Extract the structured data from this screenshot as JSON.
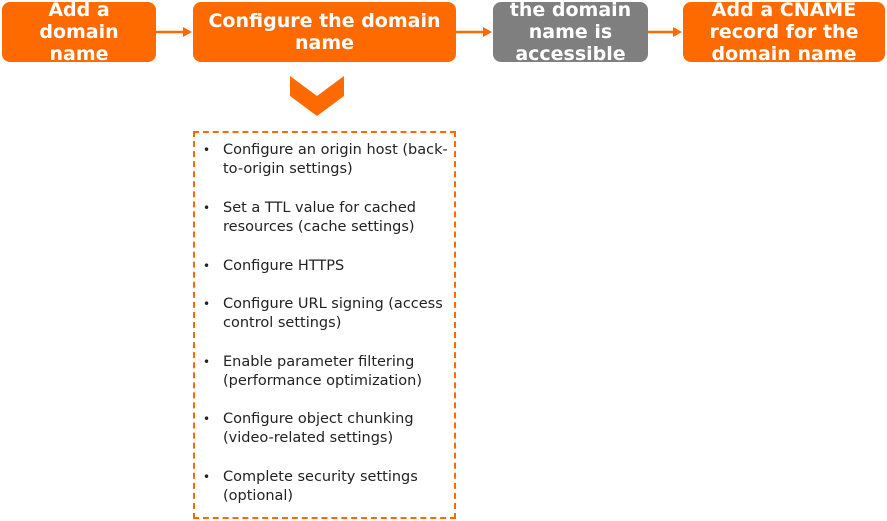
{
  "colors": {
    "orange": "#ff6a00",
    "gray": "#7f7f7f",
    "text": "#222222"
  },
  "steps": [
    {
      "label": "Add a domain name",
      "color": "#ff6a00"
    },
    {
      "label": "Configure the domain name",
      "color": "#ff6a00"
    },
    {
      "label": "the domain name is accessible",
      "color": "#7f7f7f"
    },
    {
      "label": "Add a CNAME record for the domain name",
      "color": "#ff6a00"
    }
  ],
  "details": {
    "items": [
      "Configure an origin host (back-to-origin settings)",
      "Set a TTL value for cached resources (cache settings)",
      "Configure HTTPS",
      "Configure URL signing (access control settings)",
      "Enable parameter filtering (performance optimization)",
      "Configure object chunking (video-related settings)",
      "Complete security settings (optional)"
    ]
  }
}
